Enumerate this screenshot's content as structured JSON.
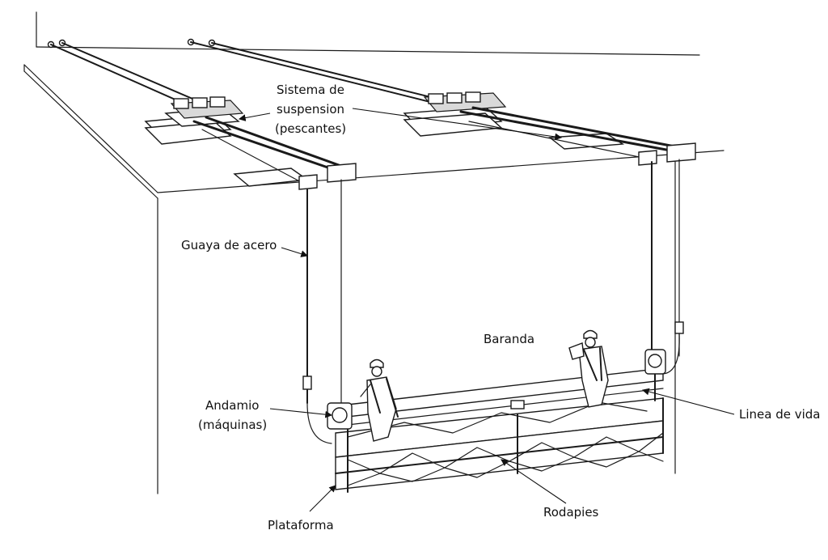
{
  "labels": {
    "suspension_line1": "Sistema de",
    "suspension_line2": "suspension",
    "suspension_line3": "(pescantes)",
    "wire_rope": "Guaya de acero",
    "guardrail": "Baranda",
    "hoist_line1": "Andamio",
    "hoist_line2": "(máquinas)",
    "lifeline": "Linea de vida",
    "platform": "Plataforma",
    "toeboard": "Rodapies"
  }
}
